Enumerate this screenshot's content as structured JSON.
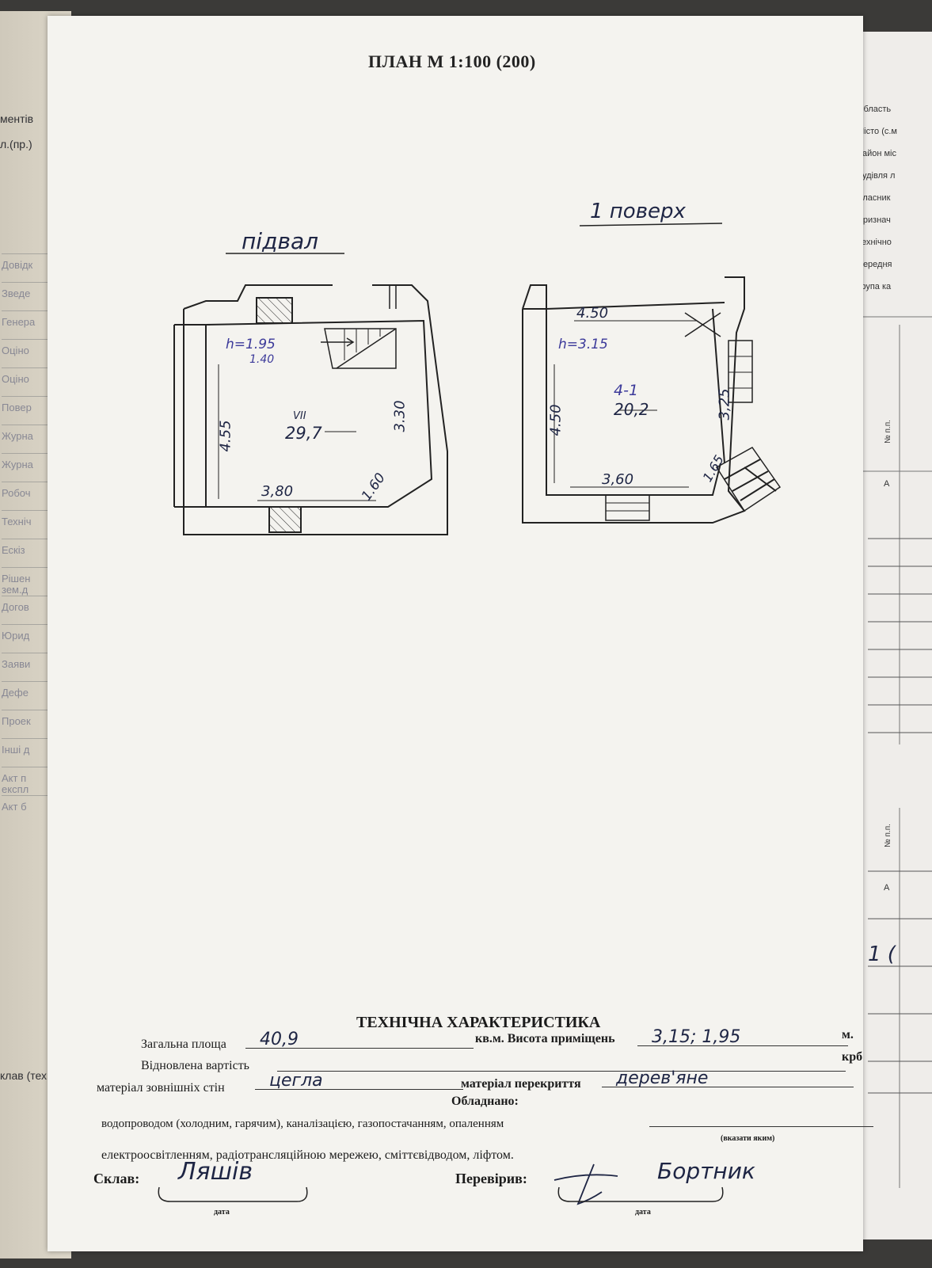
{
  "left_sheet": {
    "top_lines": [
      "ментів",
      "л.(пр.)"
    ],
    "items": [
      "Довідк",
      "Зведе",
      "Генера",
      "Оціно",
      "Оціно",
      "Повер",
      "Журна",
      "Журна",
      "Робоч",
      "Техніч",
      "Ескіз",
      "Рішен зем.д",
      "Догов",
      "Юрид",
      "Заяви",
      "Дефе",
      "Проек",
      "Інші д",
      "Акт п експл",
      "Акт б"
    ],
    "bottom": "клав (тех"
  },
  "right_sheet": {
    "labels": [
      "Область",
      "Місто (с.м",
      "Район міс",
      "Будівля л",
      "Власник",
      "Признач",
      "Технічно",
      "Середня",
      "Група ка"
    ],
    "col_header": "№ п.п.",
    "col_a": "A",
    "col_header2": "№ п.п.",
    "col_a2": "A",
    "handwritten": "1 ("
  },
  "page": {
    "title": "ПЛАН  М 1:100 (200)",
    "basement": {
      "label": "підвал",
      "height": "h=1.95",
      "height2": "1.40",
      "room_no": "VII",
      "area": "29,7",
      "dim_left": "4.55",
      "dim_right": "3.30",
      "dim_bottom": "3,80",
      "dim_diag": "1.60"
    },
    "floor1": {
      "label": "1 поверх",
      "height": "h=3.15",
      "room_no": "4-1",
      "area": "20,2",
      "dim_top": "4.50",
      "dim_left": "4.50",
      "dim_right": "3,25",
      "dim_bottom": "3,60",
      "dim_diag": "1.65"
    },
    "tech": {
      "title": "ТЕХНІЧНА ХАРАКТЕРИСТИКА",
      "total_area_label": "Загальна площа",
      "total_area_value": "40,9",
      "unit_area": "кв.м. Висота приміщень",
      "height_value": "3,15;  1,95",
      "unit_m": "м.",
      "restored_label": "Відновлена вартість",
      "unit_krb": "крб",
      "walls_label": "матеріал зовнішніх стін",
      "walls_value": "цегла",
      "floors_label": "матеріал перекриття",
      "floors_value": "дерев'яне",
      "equipped": "Обладнано:",
      "line1": "водопроводом (холодним, гарячим), каналізацією, газопостачанням, опаленням",
      "specify": "(вказати яким)",
      "line2": "електроосвітленням, радіотрансляційною мережею, сміттєвідводом, ліфтом.",
      "composed_label": "Склав:",
      "composed_sig": "Ляшів",
      "checked_label": "Перевірив:",
      "checked_sig": "Бортник",
      "date1": "дата",
      "date2": "дата"
    }
  }
}
